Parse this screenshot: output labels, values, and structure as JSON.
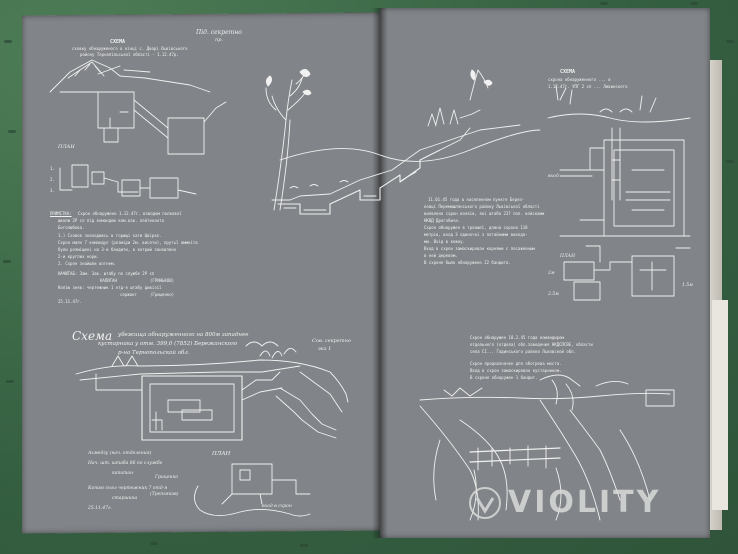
{
  "photo": {
    "description_free": true,
    "left_page": {
      "stamp_top": "Під. секретно",
      "stamp_top_sub": "пр.",
      "scheme_title": "СХЕМА",
      "scheme_desc_1": "сховку обнаруженого в кінці с. Дворі Львівського",
      "scheme_desc_2": "району Тернопільської області - 1.12.47р.",
      "label_plan": "ПЛАН",
      "legend_1": "1.",
      "legend_2": "2.",
      "legend_3": "3.",
      "note_head": "ПРИМІТКА:",
      "note_1": "Схрон обнаружено 1.12.47г. взводом полкової",
      "note_2": "школи 2Р сп під командою ком.взв. лейтенанта",
      "note_3": "Боголюбова.",
      "note_4": "1.) Сховок знаходивсь в горищі хати Цвірко.",
      "note_5": "Схрон мало 7 командує (розміри 2м. висоти), прутьї аммніта",
      "note_6": "були розміщені на 3-и бандити, в котрий зановлено",
      "note_7": "2-и круглих нори.",
      "note_8": "2. Схрон знайшли вогнем.",
      "sig_1": "НАЧШТАБ: Зам. Зав. штабу по службе 2Р сп",
      "sig_2": "КАПИТАН",
      "sig_3": "(ГРИНЬКОВ)",
      "sig_4": "Копію зняв: чертежник 1 отд-я штабу дивізії",
      "sig_5": "сержант",
      "sig_6": "(Гриценко)",
      "date_1": "25.11.47г.",
      "scheme2_title": "Схема",
      "scheme2_desc_1": "убежища обнаруженного на 800м западнее",
      "scheme2_desc_2": "кустарника у отм. 399,0 (7852) Бережанского",
      "scheme2_desc_3": "р-на Тернопольской обл.",
      "stamp_2": "Сов. секретно",
      "stamp_2_sub": "экз 1",
      "label_plan_2": "ПЛАН",
      "sig2_1": "Ахмедзу (нач. отделения)",
      "sig2_2": "Нач. шт. штаба 86 по службе",
      "sig2_3": "капитан",
      "sig2_4": "Гриценко",
      "sig2_5": "Копию снял чертежник 7 отд-я",
      "sig2_6": "старшина",
      "sig2_7": "(Трепьяков)",
      "date_2": "25.11.47г.",
      "entrance": "вход в схрон"
    },
    "right_page": {
      "caption_1": "11.01.45 года в населенном пункте Берез-",
      "caption_2": "ковці Перемишлянського району Львівської області",
      "caption_3": "виявлено схрон вояків, які штаба 237 пол. войсками",
      "caption_4": "НКВД Дрогобича.",
      "caption_5": "Схрон обнаружен в траншеї, длина схрона 118",
      "caption_6": "метрів, вход 3 одиночні з потайними вихода-",
      "caption_7": "ми. Вхід в кожну.",
      "caption_8": "Вход в схрон замаскирован корнями с посаженным",
      "caption_9": "в ней деревом.",
      "caption_10": "В схроне было обнаружено 22 бандита.",
      "scheme_title": "СХЕМА",
      "scheme_desc_1": "схрона обнаруженного ... в",
      "scheme_desc_2": "1.12.47г. УПГ 2 сп ... Ливинского",
      "label_entrance": "вход",
      "label_plan": "ПЛАН",
      "size_1": "2м",
      "size_2": "2.5м",
      "size_3": "1.5м",
      "caption_b1": "Схрон обнаружен 18.2.45 года командиром",
      "caption_b2": "отдельного (отдела) обл.заведения НКДСПСВЕ, области",
      "caption_b3": "села СІ... Гадинського района Львовской обл.",
      "caption_b4": "Схрон предназначен для обогрева моста.",
      "caption_b5": "Вход в схрон замаскирован кустарником.",
      "caption_b6": "В схроне обнаружен 1 бандит."
    },
    "watermark": "VIOLITY",
    "colors": {
      "page": "#818488",
      "line": "#f1f1f1",
      "cloth": "#3f6b4a"
    }
  }
}
